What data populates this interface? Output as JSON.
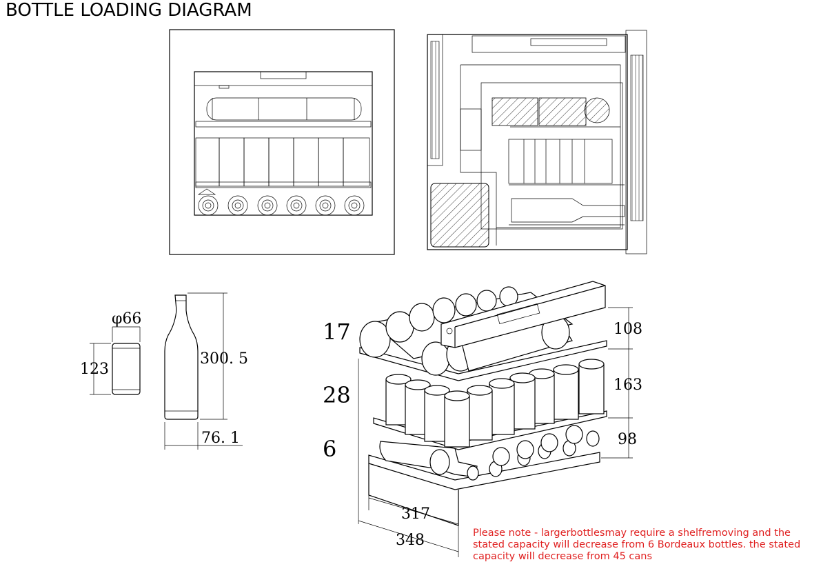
{
  "title": "BOTTLE LOADING DIAGRAM",
  "note": "Please note - largerbottlesmay require a shelfremoving and the stated capacity will decrease from 6 Bordeaux bottles. the stated capacity will decrease from 45 cans",
  "can_dims": {
    "diameter": "φ66",
    "height": "123"
  },
  "bottle_dims": {
    "height": "300. 5",
    "diameter": "76. 1"
  },
  "shelf_counts": [
    "17",
    "28",
    "6"
  ],
  "shelf_heights": [
    "108",
    "163",
    "98"
  ],
  "depth_dims": [
    "317",
    "348"
  ]
}
